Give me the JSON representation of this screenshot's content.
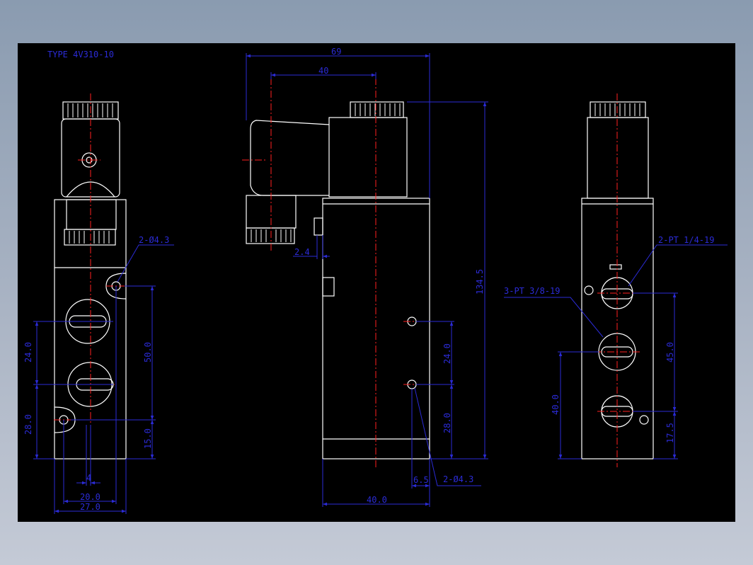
{
  "drawing": {
    "title": "TYPE 4V310-10",
    "colors": {
      "background": "#000000",
      "outline": "#ffffff",
      "dimension": "#2b2bd6",
      "centerline": "#ff2020"
    }
  },
  "front_view": {
    "dims": {
      "d24": "24.0",
      "d28": "28.0",
      "d50": "50.0",
      "d15": "15.0",
      "d4": "4",
      "d20": "20.0",
      "d27": "27.0"
    },
    "callout_holes": "2-Ø4.3"
  },
  "side_view": {
    "dims": {
      "d69": "69",
      "d40_top": "40",
      "d24_4": "2.4",
      "d134": "134.5",
      "d24": "24.0",
      "d28": "28.0",
      "d6_5": "6.5",
      "d40_bottom": "40.0"
    },
    "callout_holes": "2-Ø4.3"
  },
  "right_view": {
    "dims": {
      "d45": "45.0",
      "d40": "40.0",
      "d17_5": "17.5"
    },
    "callout_pt14": "2-PT 1/4-19",
    "callout_pt38": "3-PT 3/8-19"
  }
}
